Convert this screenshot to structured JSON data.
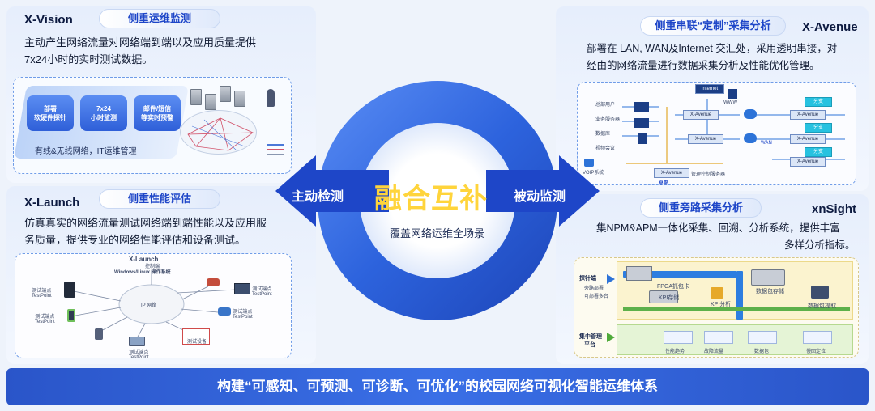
{
  "center": {
    "title": "融合互补",
    "left_arrow": "主动检测",
    "right_arrow": "被动监测",
    "subtitle": "覆盖网络运维全场景"
  },
  "xvision": {
    "name": "X-Vision",
    "tag": "侧重运维监测",
    "desc_line1": "主动产生网络流量对网络端到端以及应用质量提供",
    "desc_line2": "7x24小时的实时测试数据。",
    "chips": [
      {
        "l1": "部署",
        "l2": "软硬件探针"
      },
      {
        "l1": "7x24",
        "l2": "小时监测"
      },
      {
        "l1": "邮件/短信",
        "l2": "等实时预警"
      }
    ],
    "bottom": "有线&无线网络，IT运维管理"
  },
  "xlaunch": {
    "name": "X-Launch",
    "tag": "侧重性能评估",
    "desc_line1": "仿真真实的网络流量测试网络端到端性能以及应用服",
    "desc_line2": "务质量，提供专业的网络性能评估和设备测试。",
    "diagram": {
      "title": "X-Launch",
      "sub1": "控制端",
      "sub2": "Windows/Linux 操作系统",
      "network": "IP 网络",
      "tp_line1": "测试端点",
      "tp_line2": "TestPoint",
      "dut": "测试设备"
    }
  },
  "xavenue": {
    "name": "X-Avenue",
    "tag": "侧重串联“定制”采集分析",
    "desc_line1": "部署在 LAN, WAN及Internet 交汇处，采用透明串接，对",
    "desc_line2": "经由的网络流量进行数据采集分析及性能优化管理。",
    "diagram": {
      "internet": "Internet",
      "www": "WWW",
      "hq": "总部用户",
      "biz": "业务服务器",
      "db": "数据库",
      "video": "视频会议",
      "voip": "VOIP系统",
      "xa": "X-Avenue",
      "branch": "分支",
      "mgmt": "管理控制服务器",
      "hq2": "总部"
    }
  },
  "xnsight": {
    "name": "xnSight",
    "tag": "侧重旁路采集分析",
    "desc_line1": "集NPM&APM一体化采集、回溯、分析系统，提供丰富",
    "desc_line2": "多样分析指标。",
    "diagram": {
      "probe": "探针端",
      "b1": "旁路部署",
      "b2": "可部署多台",
      "fpga": "FPGA抓包卡",
      "kpi_store": "KPI存储",
      "kpi_ana": "KPI分析",
      "pkt_store": "数据包存储",
      "pkt_get": "数据包提取",
      "mgmt1": "集中管理",
      "mgmt2": "平台",
      "perf": "性能趋势",
      "fault": "故障流量",
      "pkt": "数据包",
      "locate": "慢回定位"
    }
  },
  "footer": "构建“可感知、可预测、可诊断、可优化”的校园网络可视化智能运维体系",
  "colors": {
    "accent": "#1e46c8",
    "ring": "#2d63dd",
    "gold": "#ffd43b",
    "bar": "#2f5fd8"
  }
}
